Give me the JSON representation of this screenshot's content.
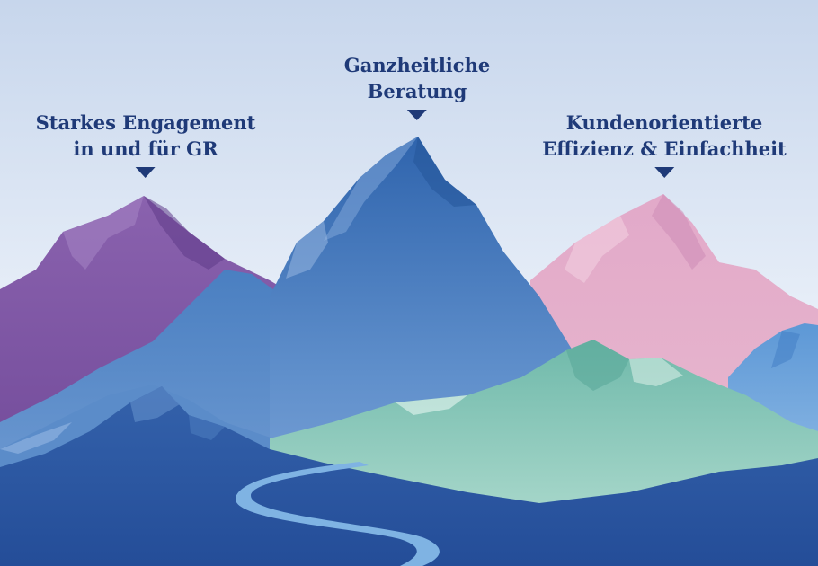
{
  "peaks": [
    {
      "id": "left",
      "lines": [
        "Starkes Engagement",
        "in und für GR"
      ]
    },
    {
      "id": "center",
      "lines": [
        "Ganzheitliche",
        "Beratung"
      ]
    },
    {
      "id": "right",
      "lines": [
        "Kundenorientierte",
        "Effizienz & Einfachheit"
      ]
    }
  ],
  "colors": {
    "label_text": "#1f3a78",
    "sky_top": "#c9d7ec",
    "sky_bottom": "#f1f5fb",
    "purple_mountain": "#7d55a3",
    "blue_mountain": "#3f74b6",
    "pink_mountain": "#dba6c4",
    "green_mountain": "#8cc9b8",
    "foreground": "#2c56a1",
    "river": "#7fb3e3"
  }
}
